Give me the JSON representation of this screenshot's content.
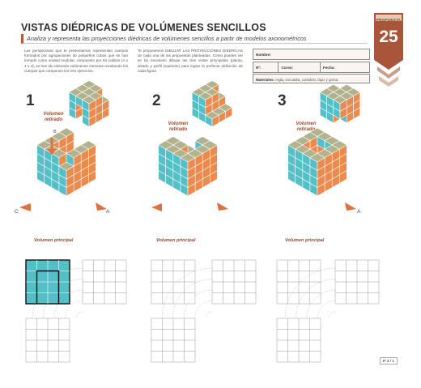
{
  "header": {
    "title": "VISTAS DIÉDRICAS DE VOLÚMENES SENCILLOS",
    "subtitle": "Analiza y representa las proyecciones diédricas de volúmenes sencillos a partir de modelos axonométricos",
    "badge_label": "PROPUESTA",
    "badge_number": "25"
  },
  "intro": {
    "col1": "Las perspectivas que te presentamos representan cuerpos formados por agrupaciones de pequeños cubos que se han tomado como unidad modular, compuesto por 64 cubitos (4 x 4 x 4), se han ido retirando volúmenes menores resultando los cuerpos que componen los tres ejercicios.",
    "col2": "Te proponemos DIBUJAR LAS PROYECCIONES DIÉDRICAS de cada una de las propuestas planteadas. Como puedes ver se ha necesario dibujar las tres vistas principales (planta, alzado y perfil izquierdo) para lograr la perfecta definición de cada figura."
  },
  "form": {
    "nombre": "Nombre:",
    "numero": "Nº:",
    "curso": "Curso:",
    "fecha": "Fecha:",
    "materiales_label": "Materiales:",
    "materiales_value": "regla, escuadra, cartabón, lápiz y goma."
  },
  "exercises": [
    {
      "number": "1",
      "retirado": "Volumen\nretirado",
      "principal": "Volumen principal"
    },
    {
      "number": "2",
      "retirado": "Volumen\nretirado",
      "principal": "Volumen principal"
    },
    {
      "number": "3",
      "retirado": "Volumen\nretirado",
      "principal": "Volumen principal"
    }
  ],
  "view_markers": {
    "a": "A",
    "c": "C",
    "b": "B"
  },
  "page": "P. 1 / 1",
  "colors": {
    "top": "#b3b28e",
    "front": "#55bfc8",
    "side": "#ea8a4c",
    "accent": "#b85a3a",
    "arrow": "#e07040",
    "badge": "#a9553a"
  }
}
